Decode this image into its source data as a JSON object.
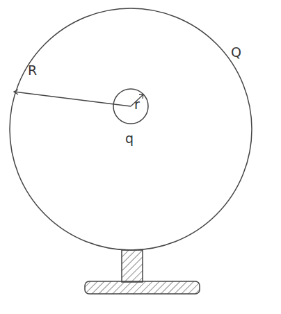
{
  "diagram": {
    "labels": [
      "R",
      "r",
      "q",
      "Q"
    ]
  }
}
